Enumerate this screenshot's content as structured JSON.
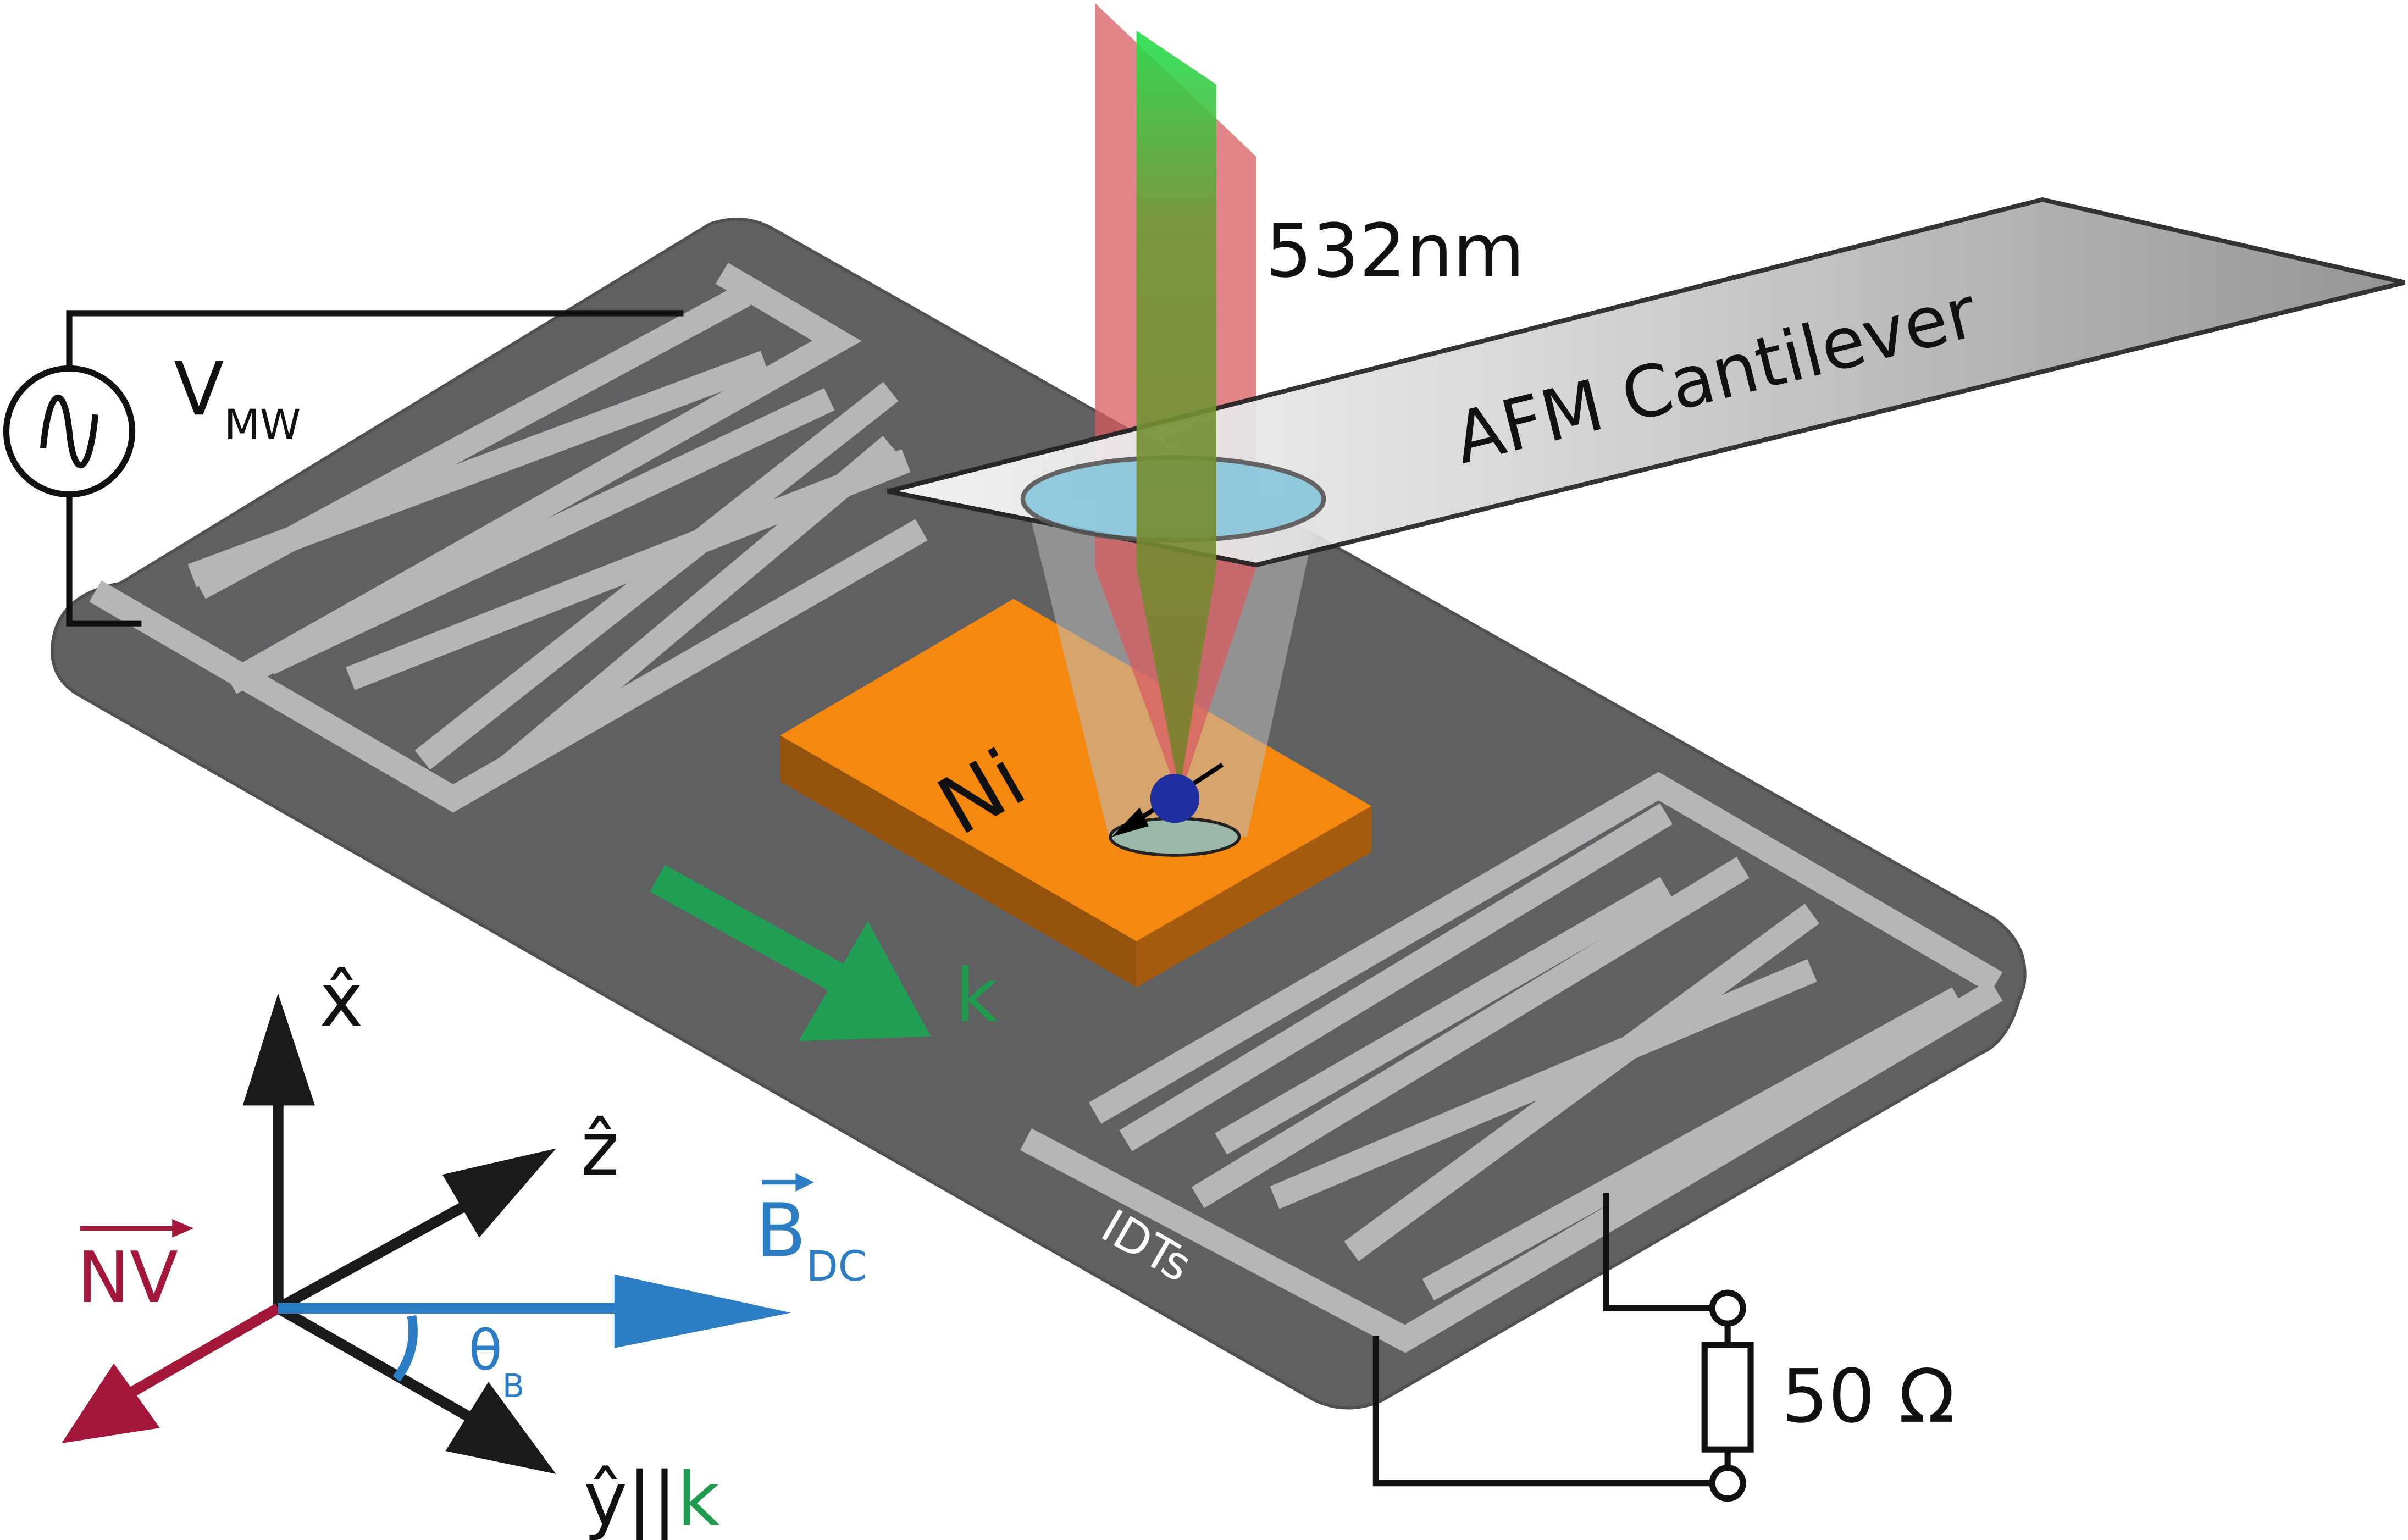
{
  "labels": {
    "v": "V",
    "v_sub": "MW",
    "wavelength": "532nm",
    "cantilever": "AFM Cantilever",
    "material": "Ni",
    "wavevector": "k",
    "idts": "IDTs",
    "resistor": "50 Ω",
    "x_axis": "x̂",
    "z_axis": "ẑ",
    "y_axis": "ŷ",
    "y_parallel": "||",
    "y_k": "k",
    "nv": "NV",
    "b": "B",
    "b_sub": "DC",
    "theta": "θ",
    "theta_sub": "B"
  },
  "colors": {
    "substrate": "#5f6062",
    "electrode": "#b4b6b8",
    "nickel_top": "#f5890f",
    "nickel_side": "#94520d",
    "laser_red": "#d85c62",
    "laser_green": "#22dd33",
    "k_arrow": "#21a055",
    "nv_arrow": "#a3173b",
    "b_arrow": "#2c7dc4",
    "axis": "#1a1a1a"
  }
}
